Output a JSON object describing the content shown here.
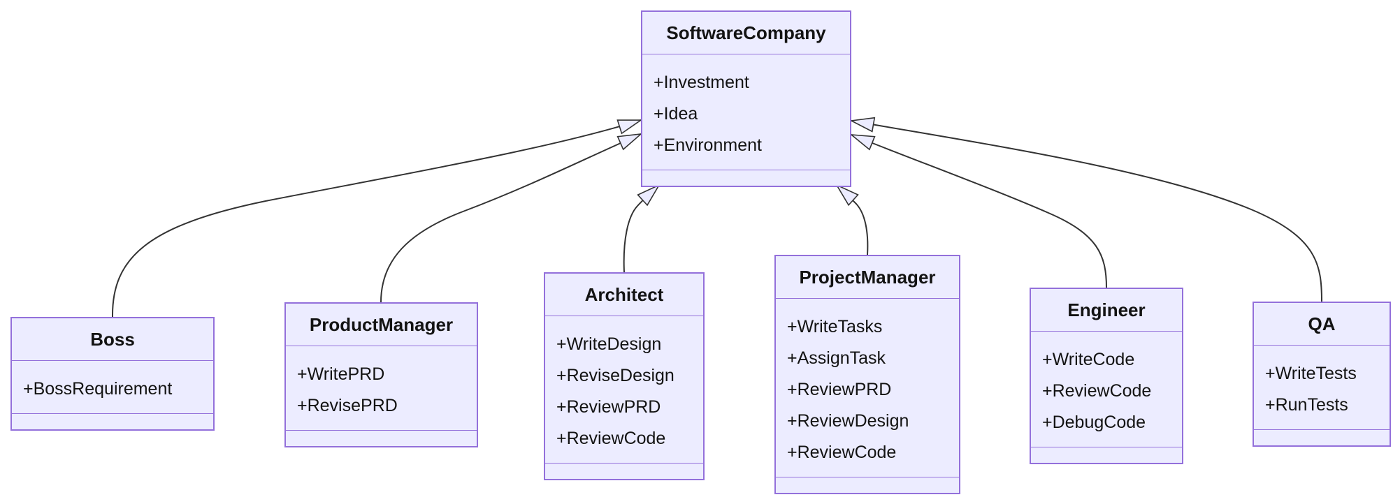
{
  "diagram": {
    "kind": "uml-class-diagram",
    "classes": [
      {
        "name": "SoftwareCompany",
        "attributes": [
          "+Investment",
          "+Idea",
          "+Environment"
        ],
        "methods": []
      },
      {
        "name": "Boss",
        "attributes": [
          "+BossRequirement"
        ],
        "methods": []
      },
      {
        "name": "ProductManager",
        "attributes": [
          "+WritePRD",
          "+RevisePRD"
        ],
        "methods": []
      },
      {
        "name": "Architect",
        "attributes": [
          "+WriteDesign",
          "+ReviseDesign",
          "+ReviewPRD",
          "+ReviewCode"
        ],
        "methods": []
      },
      {
        "name": "ProjectManager",
        "attributes": [
          "+WriteTasks",
          "+AssignTask",
          "+ReviewPRD",
          "+ReviewDesign",
          "+ReviewCode"
        ],
        "methods": []
      },
      {
        "name": "Engineer",
        "attributes": [
          "+WriteCode",
          "+ReviewCode",
          "+DebugCode"
        ],
        "methods": []
      },
      {
        "name": "QA",
        "attributes": [
          "+WriteTests",
          "+RunTests"
        ],
        "methods": []
      }
    ],
    "relationships": [
      {
        "from": "Boss",
        "to": "SoftwareCompany",
        "type": "inheritance",
        "arrow": "hollow-triangle"
      },
      {
        "from": "ProductManager",
        "to": "SoftwareCompany",
        "type": "inheritance",
        "arrow": "hollow-triangle"
      },
      {
        "from": "Architect",
        "to": "SoftwareCompany",
        "type": "inheritance",
        "arrow": "hollow-triangle"
      },
      {
        "from": "ProjectManager",
        "to": "SoftwareCompany",
        "type": "inheritance",
        "arrow": "hollow-triangle"
      },
      {
        "from": "Engineer",
        "to": "SoftwareCompany",
        "type": "inheritance",
        "arrow": "hollow-triangle"
      },
      {
        "from": "QA",
        "to": "SoftwareCompany",
        "type": "inheritance",
        "arrow": "hollow-triangle"
      }
    ],
    "colors": {
      "node-fill": "#ECECFF",
      "node-border": "#9370DB",
      "edge": "#333333",
      "text": "#131313",
      "background": "#ffffff"
    }
  }
}
